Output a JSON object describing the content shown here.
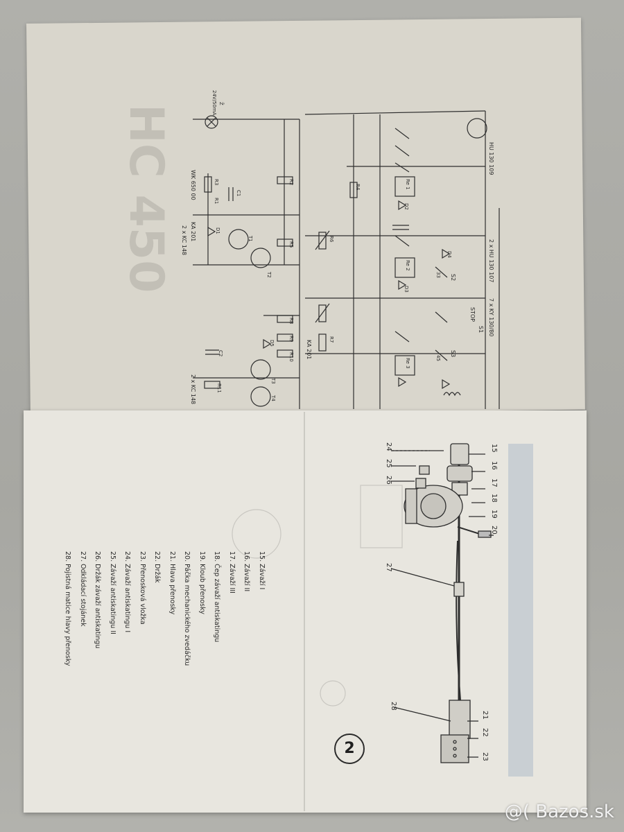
{
  "schematic": {
    "labels": [
      "HU 130 109",
      "2 x HU 130 107",
      "7 x KY 130/80",
      "KA 201",
      "2 x KC 148",
      "WK 650 00",
      "KA 201",
      "2 x KC 148",
      "24V/50mA",
      "Ž",
      "S1",
      "S2",
      "S3",
      "STOP",
      "33",
      "45",
      "Re 1",
      "Re 2",
      "Re 3",
      "T1",
      "T2",
      "T3",
      "T4",
      "D1",
      "D2",
      "D3",
      "D4",
      "D5",
      "C1",
      "C2",
      "R1",
      "R2",
      "R3",
      "R4",
      "R5",
      "R6",
      "R7",
      "R8",
      "R9",
      "R10",
      "R11"
    ]
  },
  "ghost_title": "HC 450",
  "diagram_numbers": [
    "15",
    "16",
    "17",
    "18",
    "19",
    "20",
    "21",
    "22",
    "23",
    "24",
    "25",
    "26",
    "27",
    "28"
  ],
  "parts_list": [
    "15. Závaží I",
    "16. Závaží II",
    "17. Závaží III",
    "18. Čep závaží antiskatingu",
    "19. Kloub přenosky",
    "20. Páčka mechanického zvedáčku",
    "21. Hlava přenosky",
    "22. Držák",
    "23. Přenosková vložka",
    "24. Závaží antiskatingu I",
    "25. Závaží antiskatingu II",
    "26. Držák závaží antiskatingu",
    "27. Odkládací stojánek",
    "28. Pojistná matice hlavy přenosky"
  ],
  "page_number": "2",
  "watermark": "@( Bazos.sk",
  "colors": {
    "paper_top": "#d9d6cc",
    "paper_bottom": "#e8e6df",
    "background": "#a9a9a4",
    "ink": "#2b2b2b"
  }
}
